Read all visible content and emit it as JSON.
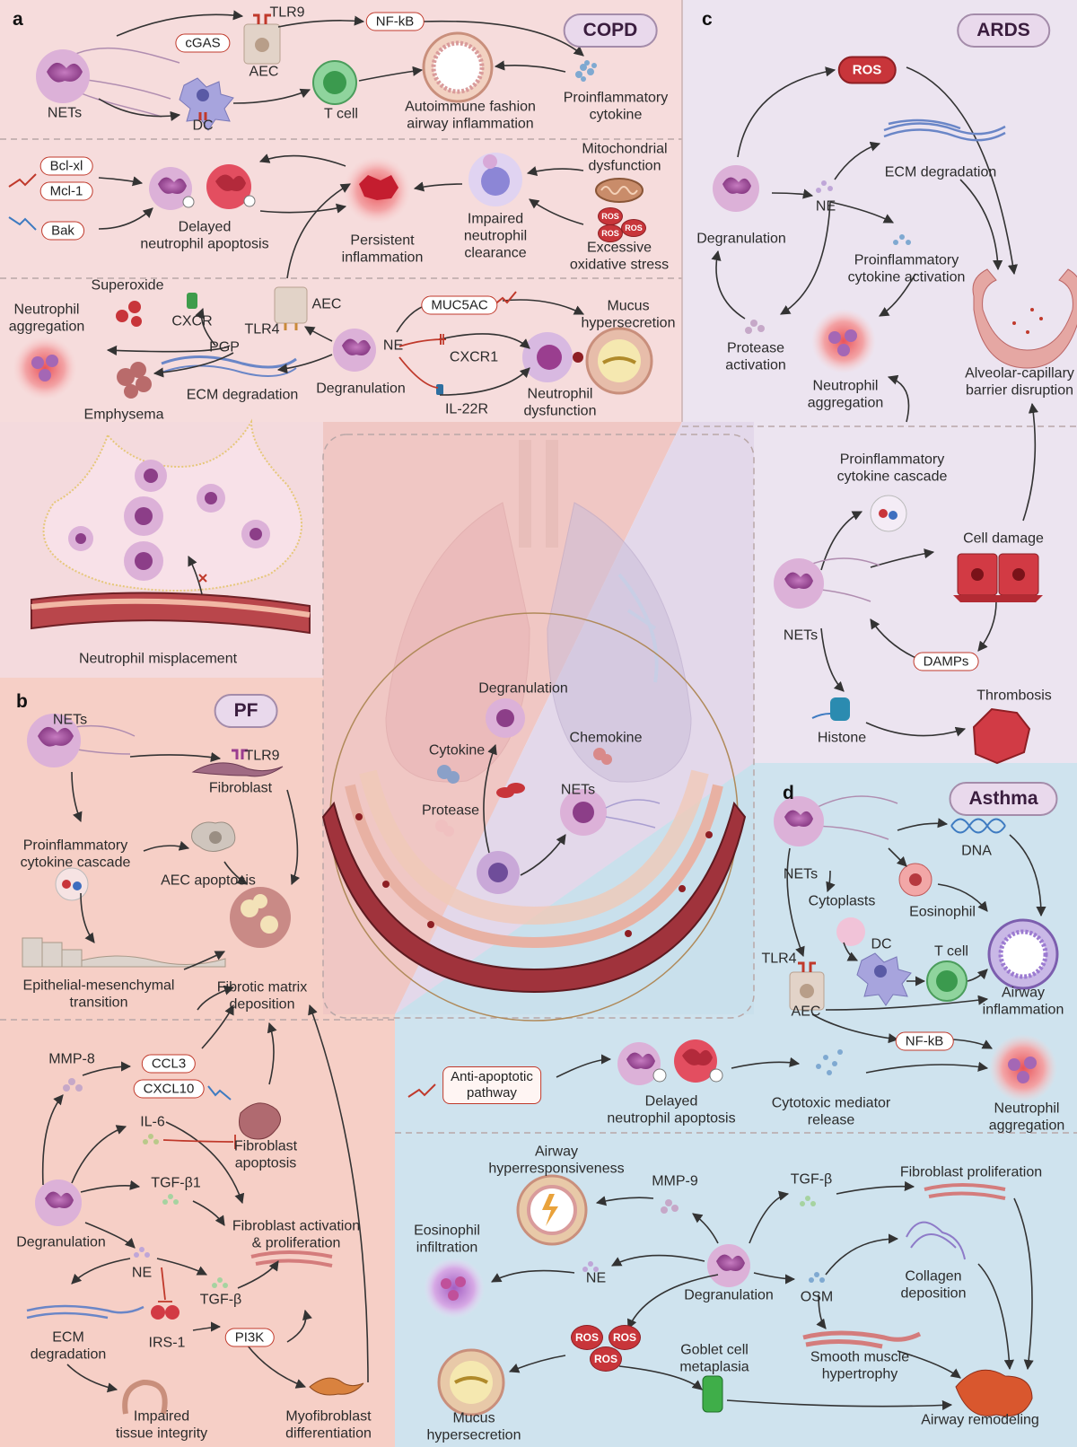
{
  "panels": {
    "a": {
      "letter": "a",
      "tag": "COPD"
    },
    "b": {
      "letter": "b",
      "tag": "PF"
    },
    "c": {
      "letter": "c",
      "tag": "ARDS"
    },
    "d": {
      "letter": "d",
      "tag": "Asthma"
    }
  },
  "copd": {
    "nets": "NETs",
    "tlr9": "TLR9",
    "aec": "AEC",
    "cgas": "cGAS",
    "dc": "DC",
    "nfkb": "NF-kB",
    "t_cell": "T cell",
    "autoimmune": [
      "Autoimmune fashion",
      "airway inflammation"
    ],
    "proinflammatory": [
      "Proinflammatory",
      "cytokine"
    ],
    "bclxl": "Bcl-xl",
    "mcl1": "Mcl-1",
    "bak": "Bak",
    "delayed": [
      "Delayed",
      "neutrophil apoptosis"
    ],
    "persistent": [
      "Persistent",
      "inflammation"
    ],
    "impaired": [
      "Impaired",
      "neutrophil",
      "clearance"
    ],
    "mito": [
      "Mitochondrial",
      "dysfunction"
    ],
    "oxidative": [
      "Excessive",
      "oxidative stress"
    ],
    "superoxide": "Superoxide",
    "cxcr": "CXCR",
    "aec2": "AEC",
    "tlr4": "TLR4",
    "pgp": "PGP",
    "neutrophil_aggregation": [
      "Neutrophil",
      "aggregation"
    ],
    "ecm": "ECM degradation",
    "emphysema": "Emphysema",
    "degranulation": "Degranulation",
    "ne": "NE",
    "muc5ac": "MUC5AC",
    "mucus": [
      "Mucus",
      "hypersecretion"
    ],
    "cxcr1": "CXCR1",
    "il22r": "IL-22R",
    "neutrophil_dysfunction": [
      "Neutrophil",
      "dysfunction"
    ],
    "misplacement": "Neutrophil misplacement"
  },
  "pf": {
    "nets": "NETs",
    "tlr9": "TLR9",
    "fibroblast": "Fibroblast",
    "cascade": [
      "Proinflammatory",
      "cytokine cascade"
    ],
    "aec_apoptosis": "AEC apoptosis",
    "emt": [
      "Epithelial-mesenchymal",
      "transition"
    ],
    "fibrotic": [
      "Fibrotic matrix",
      "deposition"
    ],
    "mmp8": "MMP-8",
    "ccl3": "CCL3",
    "cxcl10": "CXCL10",
    "il6": "IL-6",
    "fibro_apoptosis": [
      "Fibroblast",
      "apoptosis"
    ],
    "tgfb1": "TGF-β1",
    "activation": [
      "Fibroblast activation",
      "& proliferation"
    ],
    "degranulation": "Degranulation",
    "ne": "NE",
    "tgfb": "TGF-β",
    "ecm": [
      "ECM",
      "degradation"
    ],
    "irs1": "IRS-1",
    "pi3k": "PI3K",
    "impaired": [
      "Impaired",
      "tissue integrity"
    ],
    "myo": [
      "Myofibroblast",
      "differentiation"
    ]
  },
  "center": {
    "degranulation": "Degranulation",
    "cytokine": "Cytokine",
    "chemokine": "Chemokine",
    "protease": "Protease",
    "nets": "NETs"
  },
  "ards": {
    "ros": "ROS",
    "ecm": "ECM degradation",
    "ne": "NE",
    "degranulation": "Degranulation",
    "cytokine_activation": [
      "Proinflammatory",
      "cytokine activation"
    ],
    "protease": [
      "Protease",
      "activation"
    ],
    "neutrophil_aggregation": [
      "Neutrophil",
      "aggregation"
    ],
    "barrier": [
      "Alveolar-capillary",
      "barrier disruption"
    ],
    "cascade": [
      "Proinflammatory",
      "cytokine cascade"
    ],
    "cell_damage": "Cell damage",
    "nets": "NETs",
    "damps": "DAMPs",
    "thrombosis": "Thrombosis",
    "histone": "Histone"
  },
  "asthma": {
    "dna": "DNA",
    "nets": "NETs",
    "cytoplasts": "Cytoplasts",
    "eosinophil": "Eosinophil",
    "tlr4": "TLR4",
    "dc": "DC",
    "t_cell": "T cell",
    "aec": "AEC",
    "airway_inflammation": [
      "Airway",
      "inflammation"
    ],
    "nfkb": "NF-kB",
    "anti_apoptotic": [
      "Anti-apoptotic",
      "pathway"
    ],
    "delayed": [
      "Delayed",
      "neutrophil apoptosis"
    ],
    "cytotoxic": [
      "Cytotoxic mediator",
      "release"
    ],
    "neutrophil_aggregation": [
      "Neutrophil",
      "aggregation"
    ],
    "hyper": [
      "Airway",
      "hyperresponsiveness"
    ],
    "mmp9": "MMP-9",
    "tgfb": "TGF-β",
    "fibro_prolif": "Fibroblast proliferation",
    "eos_infiltration": [
      "Eosinophil",
      "infiltration"
    ],
    "ne": "NE",
    "degranulation": "Degranulation",
    "osm": "OSM",
    "collagen": [
      "Collagen",
      "deposition"
    ],
    "ros": "ROS",
    "goblet": [
      "Goblet cell",
      "metaplasia"
    ],
    "smooth": [
      "Smooth muscle",
      "hypertrophy"
    ],
    "mucus": [
      "Mucus",
      "hypersecretion"
    ],
    "remodeling": "Airway remodeling"
  },
  "colors": {
    "copd_bg": "#f6dcdc",
    "pf_bg": "#f6cfc6",
    "ards_bg": "#ece4f0",
    "asthma_bg": "#cfe3ee",
    "accent_red": "#c0392b",
    "arrow": "#333333",
    "neutrophil": "#b57bb3",
    "vessel": "#8e3a3f"
  },
  "icons": [
    "neutrophil-icon",
    "net-strands-icon",
    "receptor-icon",
    "dendritic-cell-icon",
    "t-cell-icon",
    "airway-ring-icon",
    "mitochondria-icon",
    "ros-icon",
    "emphysema-icon",
    "fibroblast-icon",
    "lung-icon",
    "vessel-icon",
    "thrombus-icon",
    "histone-icon",
    "dna-icon",
    "lightning-icon"
  ]
}
